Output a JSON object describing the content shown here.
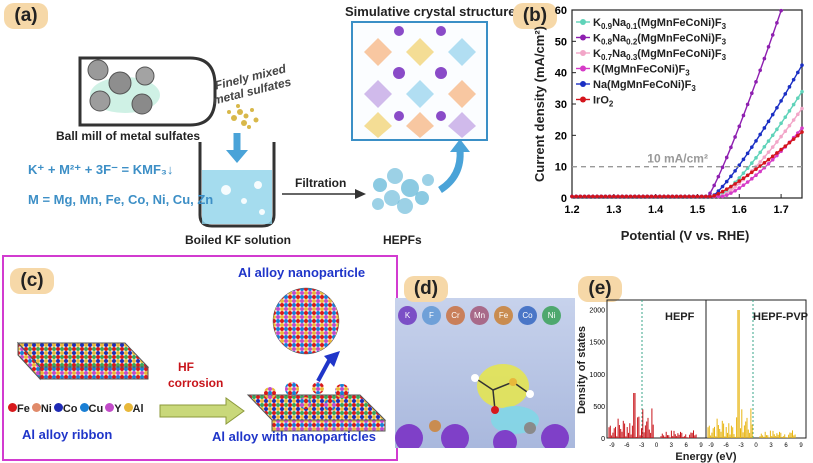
{
  "panel_a": {
    "label": "(a)",
    "ball_mill_caption": "Ball mill of metal sulfates",
    "mixed_caption_line1": "Finely mixed",
    "mixed_caption_line2": "metal sulfates",
    "crystal_title": "Simulative crystal structure",
    "equation": "K⁺ + M²⁺ + 3F⁻ = KMF₃↓",
    "metals": "M = Mg, Mn, Fe, Co, Ni, Cu, Zn",
    "filtration": "Filtration",
    "boiled_caption": "Boiled KF solution",
    "hepfs_caption": "HEPFs",
    "colors": {
      "liquid": "#8fd3ea",
      "arrow": "#4aa3d8",
      "text_blue": "#3d8fc6"
    }
  },
  "panel_b": {
    "label": "(b)",
    "chart_data": {
      "type": "line",
      "xlabel": "Potential (V vs. RHE)",
      "ylabel": "Current density (mA/cm²)",
      "xlim": [
        1.2,
        1.75
      ],
      "ylim": [
        0,
        60
      ],
      "xticks": [
        "1.2",
        "1.3",
        "1.4",
        "1.5",
        "1.6",
        "1.7"
      ],
      "yticks": [
        "0",
        "10",
        "20",
        "30",
        "40",
        "50",
        "60"
      ],
      "reference_line": {
        "y": 10,
        "label": "10 mA/cm²"
      },
      "legend_position": "top-left",
      "series": [
        {
          "name": "K0.9Na0.1(MgMnFeCoNi)F3",
          "label_parts": [
            "K",
            "0.9",
            "Na",
            "0.1",
            "(MgMnFeCoNi)F",
            "3"
          ],
          "color": "#5fd3b9",
          "onset": 1.55,
          "slope": 250,
          "exp": 1.25
        },
        {
          "name": "K0.8Na0.2(MgMnFeCoNi)F3",
          "label_parts": [
            "K",
            "0.8",
            "Na",
            "0.2",
            "(MgMnFeCoNi)F",
            "3"
          ],
          "color": "#8e1fb0",
          "onset": 1.525,
          "slope": 440,
          "exp": 1.15
        },
        {
          "name": "K0.7Na0.3(MgMnFeCoNi)F3",
          "label_parts": [
            "K",
            "0.7",
            "Na",
            "0.3",
            "(MgMnFeCoNi)F",
            "3"
          ],
          "color": "#f2a6c8",
          "onset": 1.555,
          "slope": 235,
          "exp": 1.3
        },
        {
          "name": "K(MgMnFeCoNi)F3",
          "label_parts": [
            "K(MgMnFeCoNi)F",
            "3"
          ],
          "color": "#d63bc7",
          "onset": 1.56,
          "slope": 205,
          "exp": 1.35
        },
        {
          "name": "Na(MgMnFeCoNi)F3",
          "label_parts": [
            "Na(MgMnFeCoNi)F",
            "3"
          ],
          "color": "#1b2fc4",
          "onset": 1.535,
          "slope": 265,
          "exp": 1.2
        },
        {
          "name": "IrO2",
          "label_parts": [
            "IrO",
            "2"
          ],
          "color": "#d4141c",
          "onset": 1.535,
          "slope": 130,
          "exp": 1.2
        }
      ]
    }
  },
  "panel_c": {
    "label": "(c)",
    "nanoparticle_title": "Al alloy nanoparticle",
    "hf_line1": "HF",
    "hf_line2": "corrosion",
    "legend_items": [
      {
        "text": "Fe",
        "color": "#d7191c"
      },
      {
        "text": "Ni",
        "color": "#e08a6a"
      },
      {
        "text": "Co",
        "color": "#1f2bb5"
      },
      {
        "text": "Cu",
        "color": "#1a7fd4"
      },
      {
        "text": "Y",
        "color": "#c24cc9"
      },
      {
        "text": "Al",
        "color": "#e8b83a"
      }
    ],
    "ribbon_caption": "Al alloy ribbon",
    "nanoparticles_caption": "Al alloy with nanoparticles"
  },
  "panel_d": {
    "label": "(d)",
    "element_balls": [
      "K",
      "F",
      "Cr",
      "Mn",
      "Fe",
      "Co",
      "Ni"
    ],
    "ball_colors": [
      "#7b4fc6",
      "#6fa0d8",
      "#c97f5a",
      "#a86a8a",
      "#c98c50",
      "#4a76c7",
      "#4ea86e"
    ]
  },
  "panel_e": {
    "label": "(e)",
    "ylabel": "Density of states",
    "xlabel": "Energy (eV)",
    "yticks": [
      "0",
      "500",
      "1000",
      "1500",
      "2000"
    ],
    "xticks": [
      "-9",
      "-6",
      "-3",
      "0",
      "3",
      "6",
      "9"
    ],
    "left_title": "HEPF",
    "right_title": "HEPF-PVP",
    "left_color": "#c8141a",
    "right_color": "#e8b512"
  }
}
